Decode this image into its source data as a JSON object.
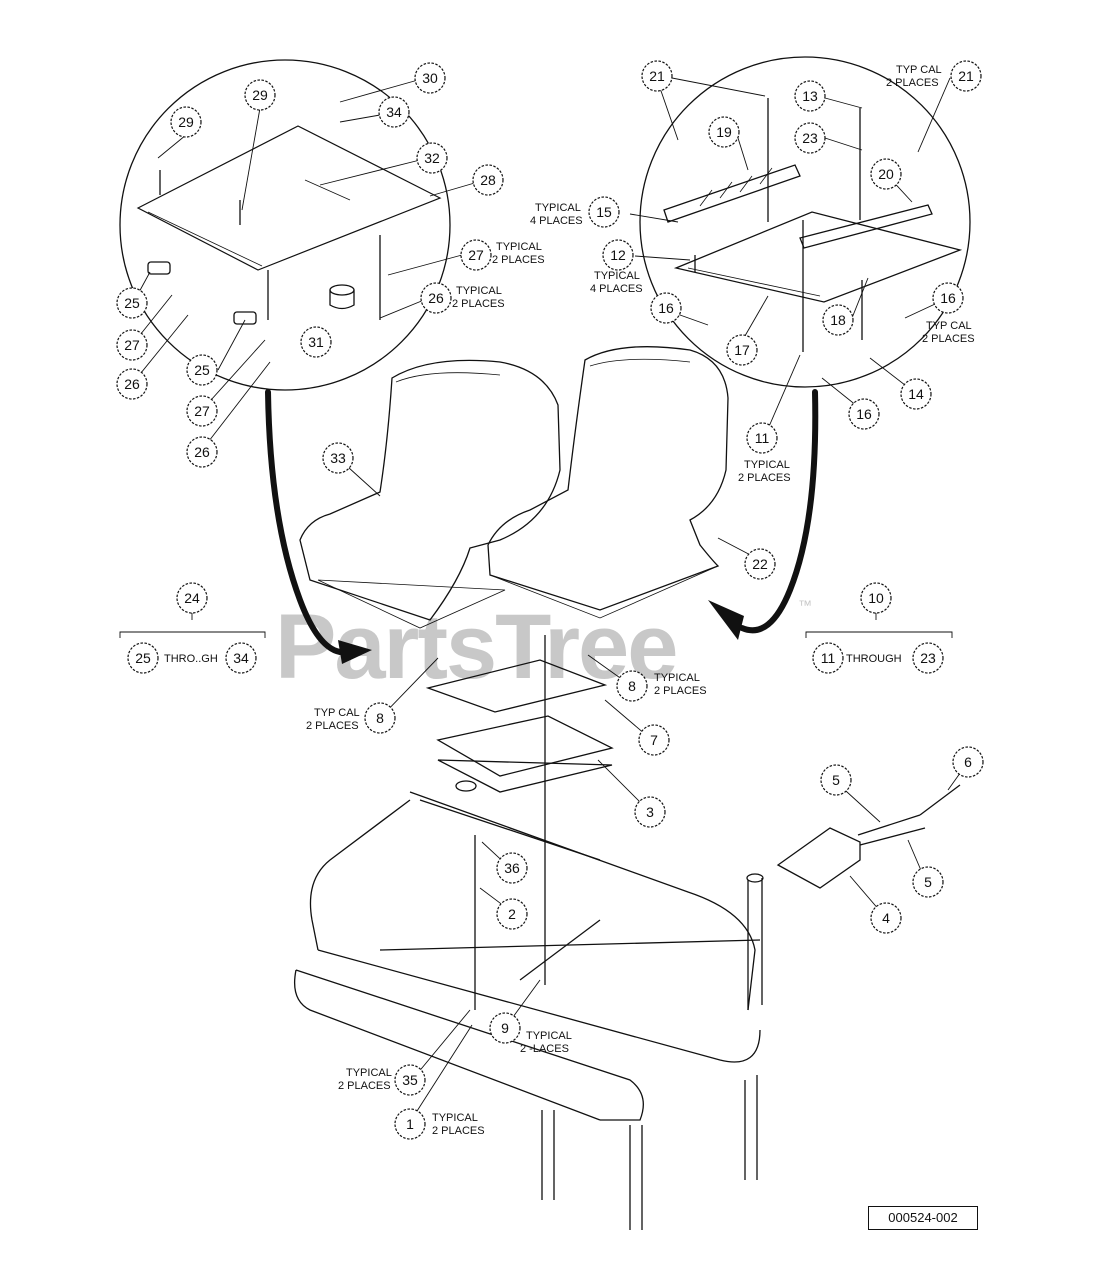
{
  "watermark": "PartsTree",
  "watermark_mark": "™",
  "reference_code": "000524-002",
  "notes": {
    "typical": "TYPICAL",
    "typ_cal": "TYP CAL",
    "two_places": "2 PLACES",
    "four_places": "4 PLACES",
    "typical_two_places": "TYPICAL 2 PLACES",
    "through": "THROUGH",
    "throgh": "THRO..GH",
    "two_laces": "2 -LACES"
  },
  "callouts": [
    {
      "n": "1"
    },
    {
      "n": "2"
    },
    {
      "n": "3"
    },
    {
      "n": "4"
    },
    {
      "n": "5"
    },
    {
      "n": "5"
    },
    {
      "n": "6"
    },
    {
      "n": "7"
    },
    {
      "n": "8"
    },
    {
      "n": "8"
    },
    {
      "n": "9"
    },
    {
      "n": "10"
    },
    {
      "n": "11"
    },
    {
      "n": "11"
    },
    {
      "n": "12"
    },
    {
      "n": "13"
    },
    {
      "n": "14"
    },
    {
      "n": "15"
    },
    {
      "n": "16"
    },
    {
      "n": "16"
    },
    {
      "n": "16"
    },
    {
      "n": "17"
    },
    {
      "n": "18"
    },
    {
      "n": "19"
    },
    {
      "n": "20"
    },
    {
      "n": "21"
    },
    {
      "n": "21"
    },
    {
      "n": "22"
    },
    {
      "n": "23"
    },
    {
      "n": "23"
    },
    {
      "n": "24"
    },
    {
      "n": "25"
    },
    {
      "n": "25"
    },
    {
      "n": "25"
    },
    {
      "n": "26"
    },
    {
      "n": "26"
    },
    {
      "n": "26"
    },
    {
      "n": "27"
    },
    {
      "n": "27"
    },
    {
      "n": "27"
    },
    {
      "n": "28"
    },
    {
      "n": "29"
    },
    {
      "n": "29"
    },
    {
      "n": "30"
    },
    {
      "n": "31"
    },
    {
      "n": "32"
    },
    {
      "n": "33"
    },
    {
      "n": "34"
    },
    {
      "n": "34"
    },
    {
      "n": "35"
    },
    {
      "n": "36"
    }
  ]
}
